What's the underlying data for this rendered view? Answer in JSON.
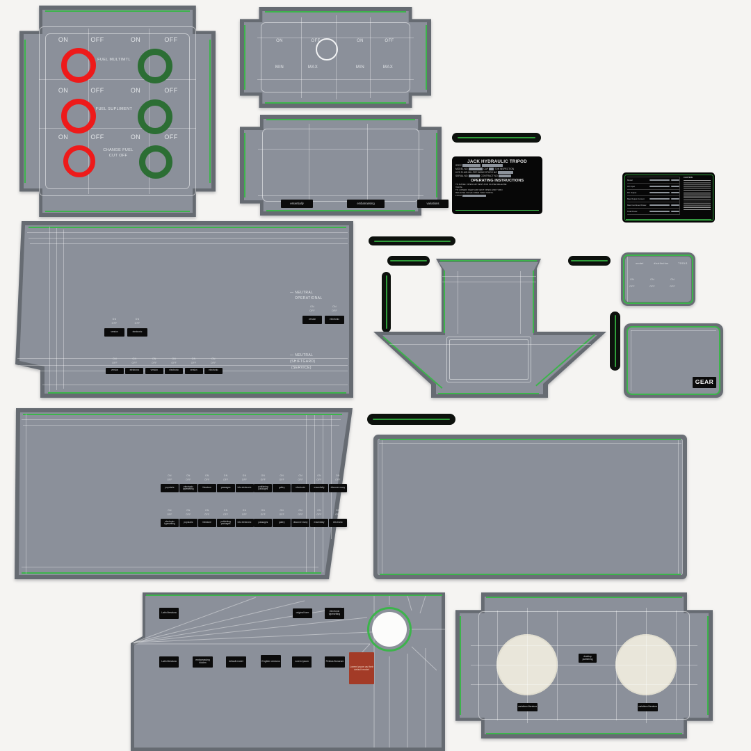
{
  "colors": {
    "background": "#f5f4f2",
    "island_fill": "#8b909a",
    "island_border": "#666b72",
    "seam_green": "#3cb44b",
    "indicator_red": "#ee1a1a",
    "indicator_green": "#2c6e34",
    "chip_black": "#0b0b0b",
    "highlight_red": "#a33b27",
    "dial_cream": "#e9e6da"
  },
  "fuel_panel": {
    "row1": {
      "h": [
        "ON",
        "OFF",
        "ON",
        "OFF"
      ],
      "label": "FUEL MULTIMTL"
    },
    "row2": {
      "h": [
        "ON",
        "OFF",
        "ON",
        "OFF"
      ],
      "label": "FUEL SUPLIMENT"
    },
    "row3": {
      "h": [
        "ON",
        "OFF",
        "ON",
        "OFF"
      ],
      "label1": "CHANGE FUEL",
      "label2": "CUT  OFF"
    }
  },
  "gauge_panel": {
    "on_l": "ON",
    "off_l": "OFF",
    "on_r": "ON",
    "off_r": "OFF",
    "min_l": "MIN",
    "max_l": "MAX",
    "min_r": "MIN",
    "max_r": "MAX"
  },
  "strip_panel": {
    "chips": [
      "essentially",
      "embarrassing",
      "variations"
    ]
  },
  "jack_plate": {
    "title": "JACK HYDRAULIC TRIPOD",
    "l1a": "SPEC",
    "l2a": "MODEL NO.",
    "l2b": "CAP",
    "l2c": "TON INSPECTION",
    "l3a": "HYD FLUID MIL-PRF-60062",
    "l3b": "STOCK NO",
    "l4a": "SERIAL NO.",
    "l4b": "CONTRACT NO.",
    "subtitle": "OPERATING INSTRUCTIONS",
    "i1": "TO RAISE: OPEN AIR VENT AND CLOSE RELEASE",
    "i2": "VALVE.",
    "i3": "TO LOWER: KEEP AIR VENT OPEN AND TURN",
    "i4": "RELEASE VALVE OPEN TWO TURNS.",
    "i5": "FSCM"
  },
  "model_plate": {
    "rows": [
      "Model",
      "AC Input",
      "DC Output",
      "Max Output Current",
      "Max Combined Power",
      "Total Power"
    ],
    "caution": "CAUTION"
  },
  "neutral_panel": {
    "t1a": "— NEUTRAL",
    "t1b": "OPERATIONAL",
    "s1": [
      {
        "on": "ON",
        "off": "OFF",
        "label": "version"
      },
      {
        "on": "ON",
        "off": "OFF",
        "label": "electronic"
      }
    ],
    "s2": [
      {
        "on": "ON",
        "off": "OFF",
        "label": "version"
      },
      {
        "on": "ON",
        "off": "OFF",
        "label": "electronic"
      }
    ],
    "t2a": "— NEUTRAL",
    "t2b": "(SHIFTGARD)",
    "t2c": "(SERVICE)",
    "s3": [
      {
        "on": "ON",
        "off": "OFF",
        "label": "version"
      },
      {
        "on": "ON",
        "off": "OFF",
        "label": "electronic"
      },
      {
        "on": "ON",
        "off": "OFF",
        "label": "version"
      },
      {
        "on": "ON",
        "off": "OFF",
        "label": "electronic"
      },
      {
        "on": "ON",
        "off": "OFF",
        "label": "version"
      },
      {
        "on": "ON",
        "off": "OFF",
        "label": "electronic"
      }
    ]
  },
  "tools_panel": {
    "headers": [
      "model",
      "distribution",
      "TOOLS"
    ],
    "cols": [
      {
        "on": "ON",
        "off": "OFF"
      },
      {
        "on": "ON",
        "off": "OFF"
      },
      {
        "on": "ON",
        "off": "OFF"
      }
    ]
  },
  "gear_panel": {
    "label": "GEAR"
  },
  "bank_panel": {
    "row1": [
      {
        "on": "ON",
        "off": "OFF",
        "label": "popularis"
      },
      {
        "on": "ON",
        "off": "OFF",
        "label": "electronic typesetting"
      },
      {
        "on": "ON",
        "off": "OFF",
        "label": "literature"
      },
      {
        "on": "ON",
        "off": "OFF",
        "label": "passages"
      },
      {
        "on": "ON",
        "off": "OFF",
        "label": "into electronic"
      },
      {
        "on": "ON",
        "off": "OFF",
        "label": "publishing packages"
      },
      {
        "on": "ON",
        "off": "OFF",
        "label": "galley"
      },
      {
        "on": "ON",
        "off": "OFF",
        "label": "electronic"
      },
      {
        "on": "ON",
        "off": "OFF",
        "label": "essentially"
      },
      {
        "on": "ON",
        "off": "OFF",
        "label": "discover many"
      }
    ],
    "row2": [
      {
        "on": "ON",
        "off": "OFF",
        "label": "electronic typesetting"
      },
      {
        "on": "ON",
        "off": "OFF",
        "label": "popularis"
      },
      {
        "on": "ON",
        "off": "OFF",
        "label": "literature"
      },
      {
        "on": "ON",
        "off": "OFF",
        "label": "publishing packages"
      },
      {
        "on": "ON",
        "off": "OFF",
        "label": "into electronic"
      },
      {
        "on": "ON",
        "off": "OFF",
        "label": "passages"
      },
      {
        "on": "ON",
        "off": "OFF",
        "label": "galley"
      },
      {
        "on": "ON",
        "off": "OFF",
        "label": "discover many"
      },
      {
        "on": "ON",
        "off": "OFF",
        "label": "essentially"
      },
      {
        "on": "ON",
        "off": "OFF",
        "label": "electronic"
      }
    ]
  },
  "typeset_panel": {
    "chip_a": "Latin literatura",
    "chip_b": "original form",
    "chip_c": "electronic typesetting",
    "bottom": [
      "Latin literatura",
      "embarrassing hidden",
      "default model",
      "English versions",
      "Lorem Ipsum",
      "Finibus Bonorum"
    ],
    "highlight": "Lorem Ipsum as their default model"
  },
  "publish_panel": {
    "center": "desktop publishing",
    "left": "variations literatura",
    "right": "variations literatura"
  }
}
